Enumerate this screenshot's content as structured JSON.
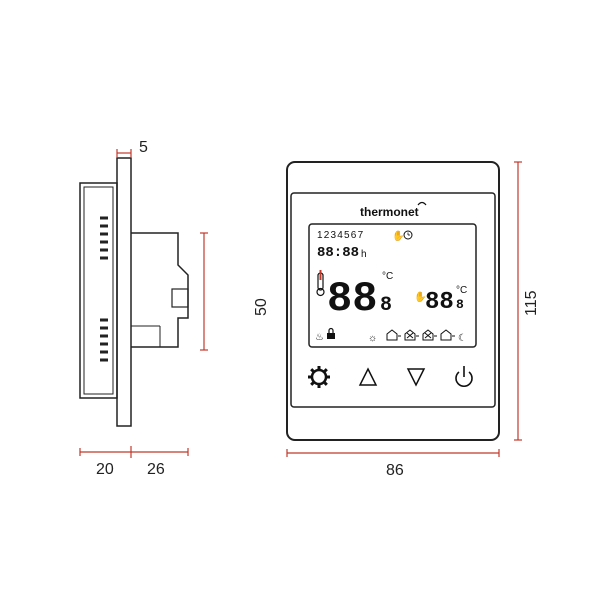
{
  "dimensions": {
    "front_thickness": "5",
    "side_depth_front": "20",
    "side_depth_back": "26",
    "front_height_inner": "50",
    "front_height_total": "115",
    "front_width": "86"
  },
  "device": {
    "brand_text": "thermonet",
    "lcd": {
      "days": "1234567",
      "clock": "88:88",
      "clock_unit": "h",
      "main_temp": "88",
      "main_decimal": "8",
      "main_unit": "°C",
      "floor_temp": "88",
      "floor_decimal": "8",
      "floor_unit": "°C"
    },
    "buttons": [
      {
        "id": "settings",
        "icon": "gear-icon",
        "glyph": "✻"
      },
      {
        "id": "up",
        "icon": "triangle-up-icon",
        "glyph": "△"
      },
      {
        "id": "down",
        "icon": "triangle-down-icon",
        "glyph": "▽"
      },
      {
        "id": "power",
        "icon": "power-icon",
        "glyph": "⏻"
      }
    ]
  },
  "colors": {
    "dimension_line": "#c0392b",
    "outline": "#222222",
    "ink": "#111111"
  }
}
